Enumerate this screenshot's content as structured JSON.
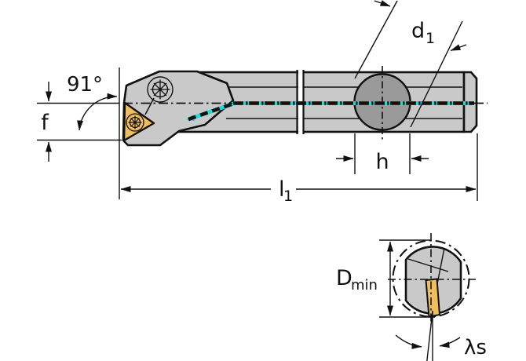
{
  "side_view": {
    "labels": {
      "angle": "91°",
      "f": "f",
      "d1": {
        "base": "d",
        "sub": "1"
      },
      "h": "h",
      "l1": {
        "base": "l",
        "sub": "1"
      }
    }
  },
  "front_view": {
    "labels": {
      "dmin": {
        "base": "D",
        "sub": "min"
      },
      "lambda_s": "λs"
    }
  },
  "colors": {
    "body_gray": "#c9c9c9",
    "shank_circle_gray": "#9a9a9a",
    "insert_gold": "#f0bd60",
    "coolant_cyan": "#1adcdc",
    "line_black": "#111111"
  }
}
